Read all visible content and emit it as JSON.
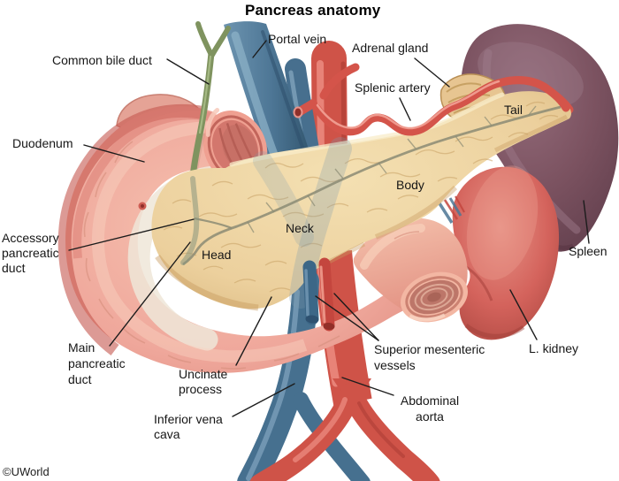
{
  "title": "Pancreas anatomy",
  "credit": "©UWorld",
  "colors": {
    "background": "#ffffff",
    "label_text": "#161616",
    "leader_line": "#1c1c1c",
    "pancreas": "#eed2a0",
    "pancreas_lobule": "#c9a266",
    "duodenum": "#efa79b",
    "duodenum_inner_band": "#eae3d5",
    "spleen": "#7b5260",
    "kidney": "#d4635c",
    "adrenal": "#e7c591",
    "artery_red": "#cf5348",
    "vein_blue": "#4d7695",
    "bile_duct_green": "#7f935f",
    "duct_gray": "#8b8b74"
  },
  "labels": {
    "common_bile_duct": {
      "lines": [
        "Common bile duct"
      ]
    },
    "portal_vein": {
      "lines": [
        "Portal vein"
      ]
    },
    "adrenal_gland": {
      "lines": [
        "Adrenal gland"
      ]
    },
    "splenic_artery": {
      "lines": [
        "Splenic artery"
      ]
    },
    "tail": {
      "lines": [
        "Tail"
      ]
    },
    "duodenum": {
      "lines": [
        "Duodenum"
      ]
    },
    "body": {
      "lines": [
        "Body"
      ]
    },
    "neck": {
      "lines": [
        "Neck"
      ]
    },
    "head": {
      "lines": [
        "Head"
      ]
    },
    "accessory_pancreatic_duct": {
      "lines": [
        "Accessory",
        "pancreatic",
        "duct"
      ]
    },
    "spleen": {
      "lines": [
        "Spleen"
      ]
    },
    "main_pancreatic_duct": {
      "lines": [
        "Main",
        "pancreatic",
        "duct"
      ]
    },
    "uncinate_process": {
      "lines": [
        "Uncinate",
        "process"
      ]
    },
    "l_kidney": {
      "lines": [
        "L. kidney"
      ]
    },
    "superior_mesenteric_vessels": {
      "lines": [
        "Superior mesenteric",
        "vessels"
      ]
    },
    "inferior_vena_cava": {
      "lines": [
        "Inferior vena",
        "cava"
      ]
    },
    "abdominal_aorta": {
      "lines": [
        "Abdominal",
        "aorta"
      ]
    }
  }
}
